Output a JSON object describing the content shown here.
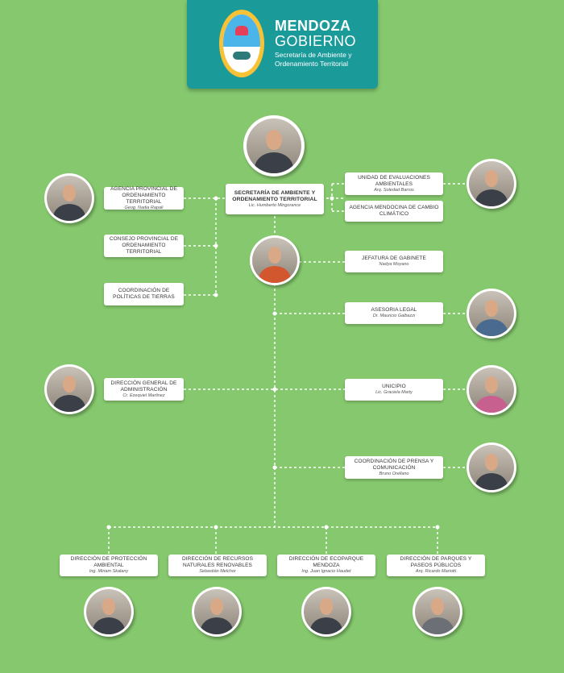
{
  "header": {
    "brand_title": "MENDOZA",
    "brand_subtitle": "GOBIERNO",
    "brand_description": "Secretaría de Ambiente y Ordenamiento Territorial"
  },
  "colors": {
    "background": "#86c86e",
    "header": "#1b9a9a",
    "box": "#ffffff",
    "connector": "#ffffff"
  },
  "nodes": {
    "secretaria": {
      "title": "SECRETARÍA DE AMBIENTE Y ORDENAMIENTO TERRITORIAL",
      "name": "Lic. Humberto Mingorance"
    },
    "agencia_provincial": {
      "title": "AGENCIA PROVINCIAL DE ORDENAMIENTO TERRITORIAL",
      "name": "Geog. Nadia Rapali"
    },
    "consejo": {
      "title": "CONSEJO PROVINCIAL DE ORDENAMIENTO TERRITORIAL",
      "name": ""
    },
    "coordinacion_tierras": {
      "title": "COORDINACIÓN DE POLÍTICAS DE TIERRAS",
      "name": ""
    },
    "unidad_evaluaciones": {
      "title": "UNIDAD DE EVALUACIONES AMBIENTALES",
      "name": "Arq. Soledad Barros"
    },
    "agencia_cambio": {
      "title": "AGENCIA MENDOCINA DE CAMBIO CLIMÁTICO",
      "name": ""
    },
    "jefatura": {
      "title": "JEFATURA DE GABINETE",
      "name": "Nadya Moyano"
    },
    "asesoria": {
      "title": "ASESORIA LEGAL",
      "name": "Dr. Mauricio Galbazzi"
    },
    "direccion_general": {
      "title": "DIRECCIÓN GENERAL DE ADMINISTRACIÓN",
      "name": "Cr. Ezequiel Martinez"
    },
    "unicipio": {
      "title": "UNICIPIO",
      "name": "Lic. Graciela Marty"
    },
    "prensa": {
      "title": "COORDINACIÓN DE PRENSA Y COMUNICACIÓN",
      "name": "Bruno Orellano"
    },
    "proteccion": {
      "title": "DIRECCIÓN DE PROTECCIÓN AMBIENTAL",
      "name": "Ing. Miriam Skalany"
    },
    "recursos": {
      "title": "DIRECCIÓN DE RECURSOS NATURALES RENOVABLES",
      "name": "Sebastián Melchor"
    },
    "ecoparque": {
      "title": "DIRECCIÓN DE ECOPARQUE MENDOZA",
      "name": "Ing. Juan Ignacio Haudet"
    },
    "parques": {
      "title": "DIRECCIÓN DE PARQUES Y PASEOS PÚBLICOS",
      "name": "Arq. Ricardo Mariotti"
    }
  }
}
